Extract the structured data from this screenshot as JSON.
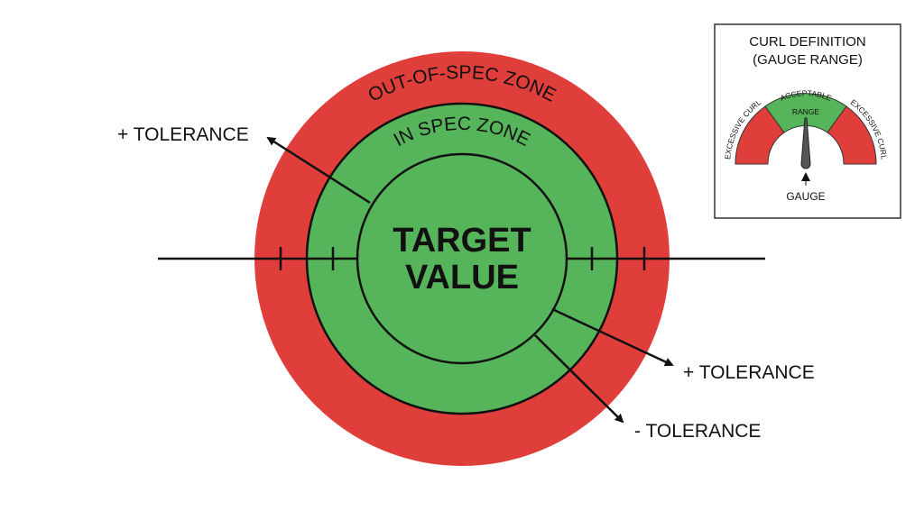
{
  "main": {
    "outer_zone": "OUT-OF-SPEC ZONE",
    "middle_zone": "IN SPEC ZONE",
    "center_line1": "TARGET",
    "center_line2": "VALUE",
    "tolerance_upper_left": "+ TOLERANCE",
    "tolerance_right": "+ TOLERANCE",
    "tolerance_lower": "- TOLERANCE"
  },
  "inset": {
    "title_line1": "CURL DEFINITION",
    "title_line2": "(GAUGE RANGE)",
    "left_label": "EXCESSIVE CURL",
    "center_label_line1": "ACCEPTABLE",
    "center_label_line2": "RANGE",
    "right_label": "EXCESSIVE CURL",
    "gauge_label": "GAUGE"
  },
  "colors": {
    "red": "#e03e3b",
    "green": "#56b45a",
    "needle": "#555555"
  }
}
